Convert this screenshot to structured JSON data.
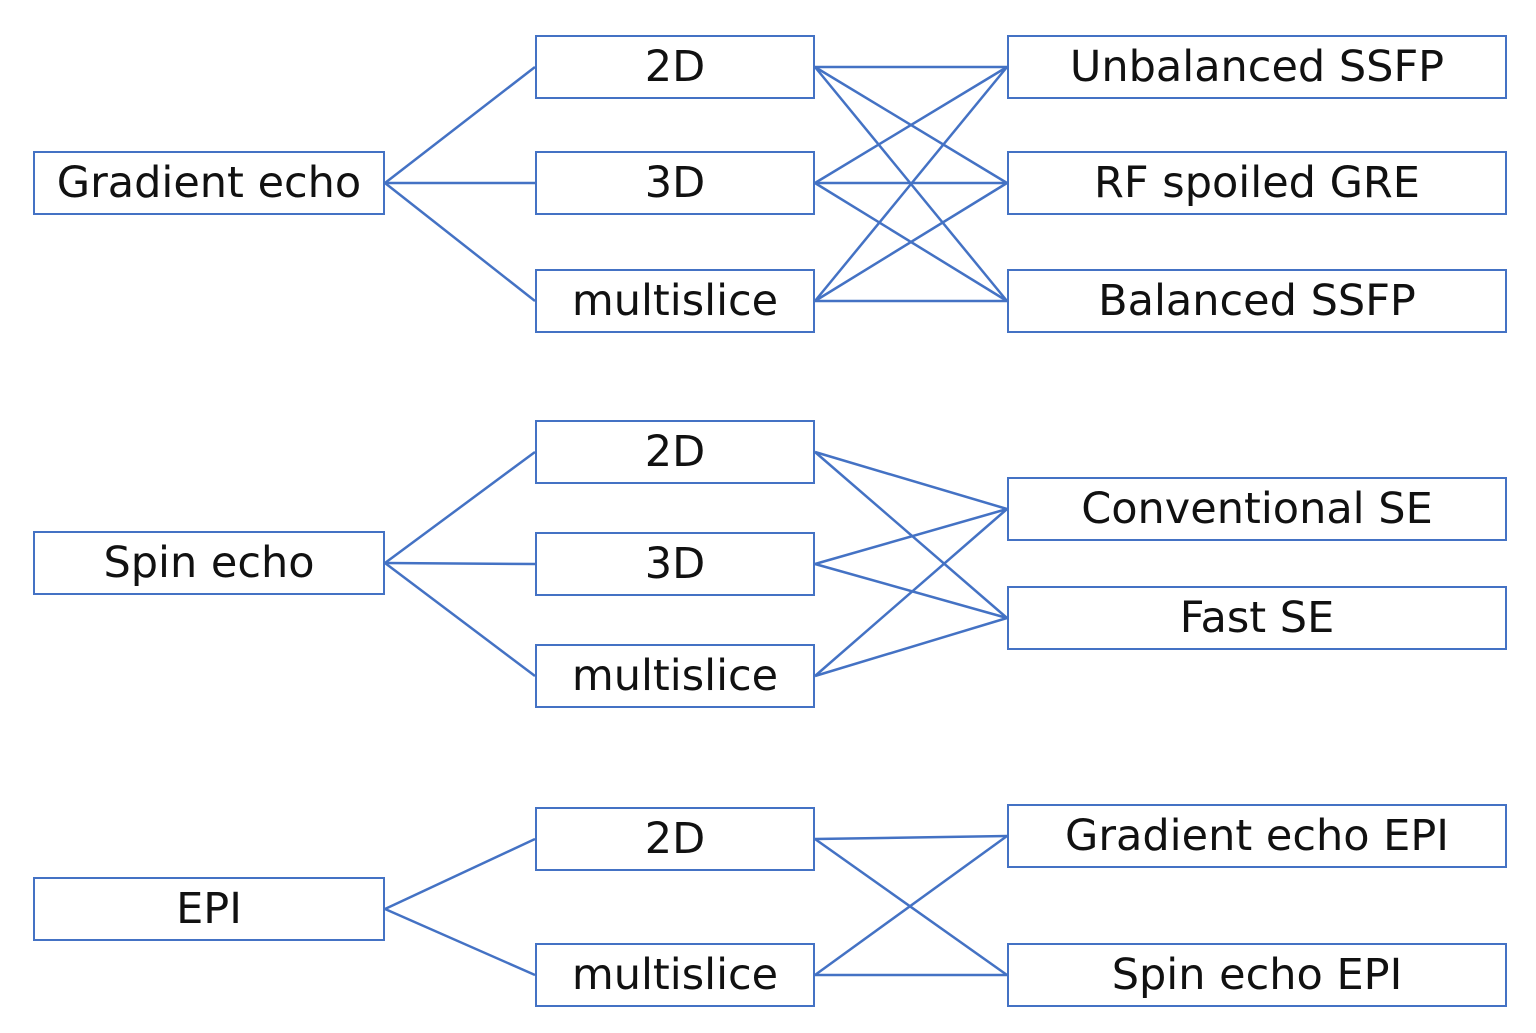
{
  "line_color": "#4472c4",
  "groups": [
    {
      "root": "Gradient echo",
      "dims": [
        "2D",
        "3D",
        "multislice"
      ],
      "types": [
        "Unbalanced SSFP",
        "RF spoiled GRE",
        "Balanced SSFP"
      ]
    },
    {
      "root": "Spin echo",
      "dims": [
        "2D",
        "3D",
        "multislice"
      ],
      "types": [
        "Conventional SE",
        "Fast SE"
      ]
    },
    {
      "root": "EPI",
      "dims": [
        "2D",
        "multislice"
      ],
      "types": [
        "Gradient echo EPI",
        "Spin echo EPI"
      ]
    }
  ]
}
